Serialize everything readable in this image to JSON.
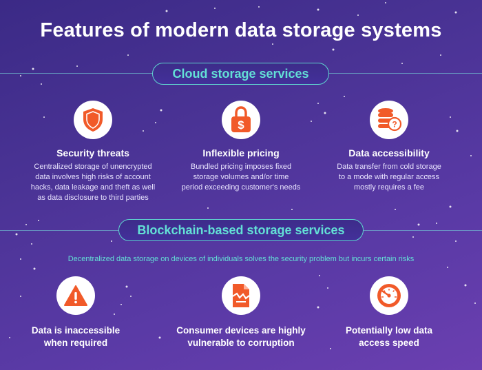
{
  "title": "Features of modern data storage systems",
  "colors": {
    "accent": "#5fd6d0",
    "icon_orange": "#f15a29",
    "background": "#4a3395"
  },
  "cloud": {
    "heading": "Cloud storage services",
    "items": [
      {
        "icon": "shield-icon",
        "title": "Security threats",
        "desc": [
          "Centralized storage of unencrypted",
          "data involves high risks of account",
          "hacks, data leakage and theft as well",
          "as data disclosure to third parties"
        ]
      },
      {
        "icon": "padlock-dollar-icon",
        "title": "Inflexible pricing",
        "desc": [
          "Bundled pricing imposes fixed",
          "storage volumes and/or time",
          "period exceeding customer's needs"
        ]
      },
      {
        "icon": "database-question-icon",
        "title": "Data accessibility",
        "desc": [
          "Data transfer from cold storage",
          "to a mode with regular access",
          "mostly requires a fee"
        ]
      }
    ]
  },
  "blockchain": {
    "heading": "Blockchain-based storage services",
    "subtitle": "Decentralized data storage on devices of individuals solves the security problem but incurs certain risks",
    "items": [
      {
        "icon": "warning-icon",
        "title": [
          "Data is inaccessible",
          "when required"
        ]
      },
      {
        "icon": "broken-file-icon",
        "title": [
          "Consumer devices are highly",
          "vulnerable to corruption"
        ]
      },
      {
        "icon": "speedometer-icon",
        "title": [
          "Potentially low data",
          "access speed"
        ]
      }
    ]
  }
}
